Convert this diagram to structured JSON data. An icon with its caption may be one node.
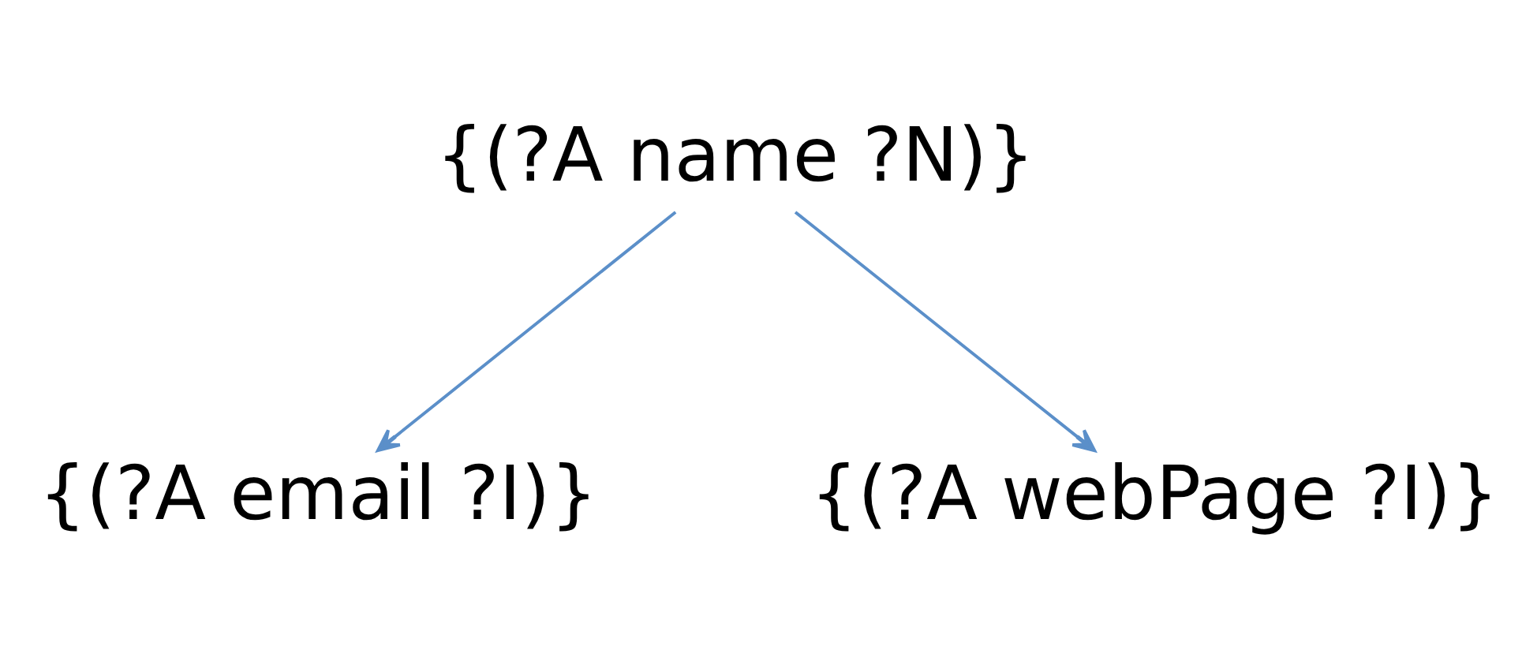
{
  "diagram": {
    "nodes": [
      {
        "text": [
          "{(?A name ?N)}"
        ]
      },
      {
        "text": [
          "{(?A email ?I)}"
        ]
      },
      {
        "text": [
          "{(?A webPage ?I)}"
        ]
      }
    ],
    "edges": [
      {
        "from": 0,
        "to": 1,
        "arrow": "to"
      },
      {
        "from": 0,
        "to": 2,
        "arrow": "to"
      }
    ]
  }
}
